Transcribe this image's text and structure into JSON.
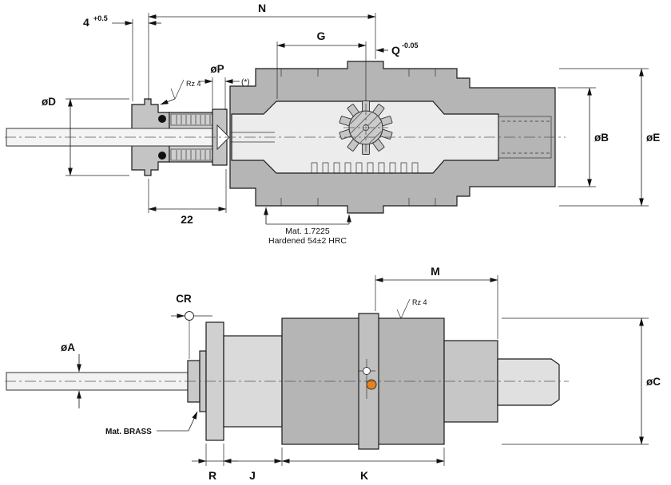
{
  "top_view": {
    "dims": {
      "n": "N",
      "len4": "4",
      "len4_tol": "+0.5",
      "g": "G",
      "q": "Q",
      "q_tol": "-0.05",
      "p": "øP",
      "asterisk": "(*)",
      "roughness": "Rz 4",
      "d": "øD",
      "b": "øB",
      "e": "øE",
      "len22": "22"
    },
    "notes": {
      "material": "Mat. 1.7225",
      "hardness": "Hardened 54±2 HRC"
    }
  },
  "bottom_view": {
    "dims": {
      "m": "M",
      "cr": "CR",
      "roughness": "Rz 4",
      "a": "øA",
      "c": "øC",
      "r": "R",
      "j": "J",
      "k": "K"
    },
    "notes": {
      "material": "Mat. BRASS"
    }
  },
  "colors": {
    "body_gray": "#b5b5b5",
    "mid_gray": "#c9c9c9",
    "light_gray": "#e0e0e0",
    "cavity": "#ececec",
    "outline": "#1a1a1a",
    "orange_marker": "#e8821e"
  }
}
